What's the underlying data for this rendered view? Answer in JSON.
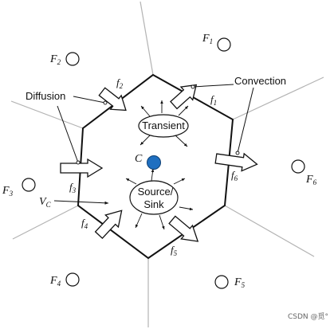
{
  "nodes": {
    "F1": {
      "base": "F",
      "sub": "1"
    },
    "F2": {
      "base": "F",
      "sub": "2"
    },
    "F3": {
      "base": "F",
      "sub": "3"
    },
    "F4": {
      "base": "F",
      "sub": "4"
    },
    "F5": {
      "base": "F",
      "sub": "5"
    },
    "F6": {
      "base": "F",
      "sub": "6"
    },
    "C": {
      "base": "C"
    }
  },
  "faces": {
    "f1": {
      "base": "f",
      "sub": "1"
    },
    "f2": {
      "base": "f",
      "sub": "2"
    },
    "f3": {
      "base": "f",
      "sub": "3"
    },
    "f4": {
      "base": "f",
      "sub": "4"
    },
    "f5": {
      "base": "f",
      "sub": "5"
    },
    "f6": {
      "base": "f",
      "sub": "6"
    }
  },
  "labels": {
    "diffusion": "Diffusion",
    "convection": "Convection",
    "transient": "Transient",
    "source_line1": "Source/",
    "source_line2": "Sink",
    "volume": {
      "base": "V",
      "sub": "C"
    }
  },
  "watermark": "CSDN @觅°",
  "colors": {
    "center_node_fill": "#1f6fc0",
    "cell_stroke": "#111111",
    "neighbor_lines": "#b3b3b3"
  }
}
